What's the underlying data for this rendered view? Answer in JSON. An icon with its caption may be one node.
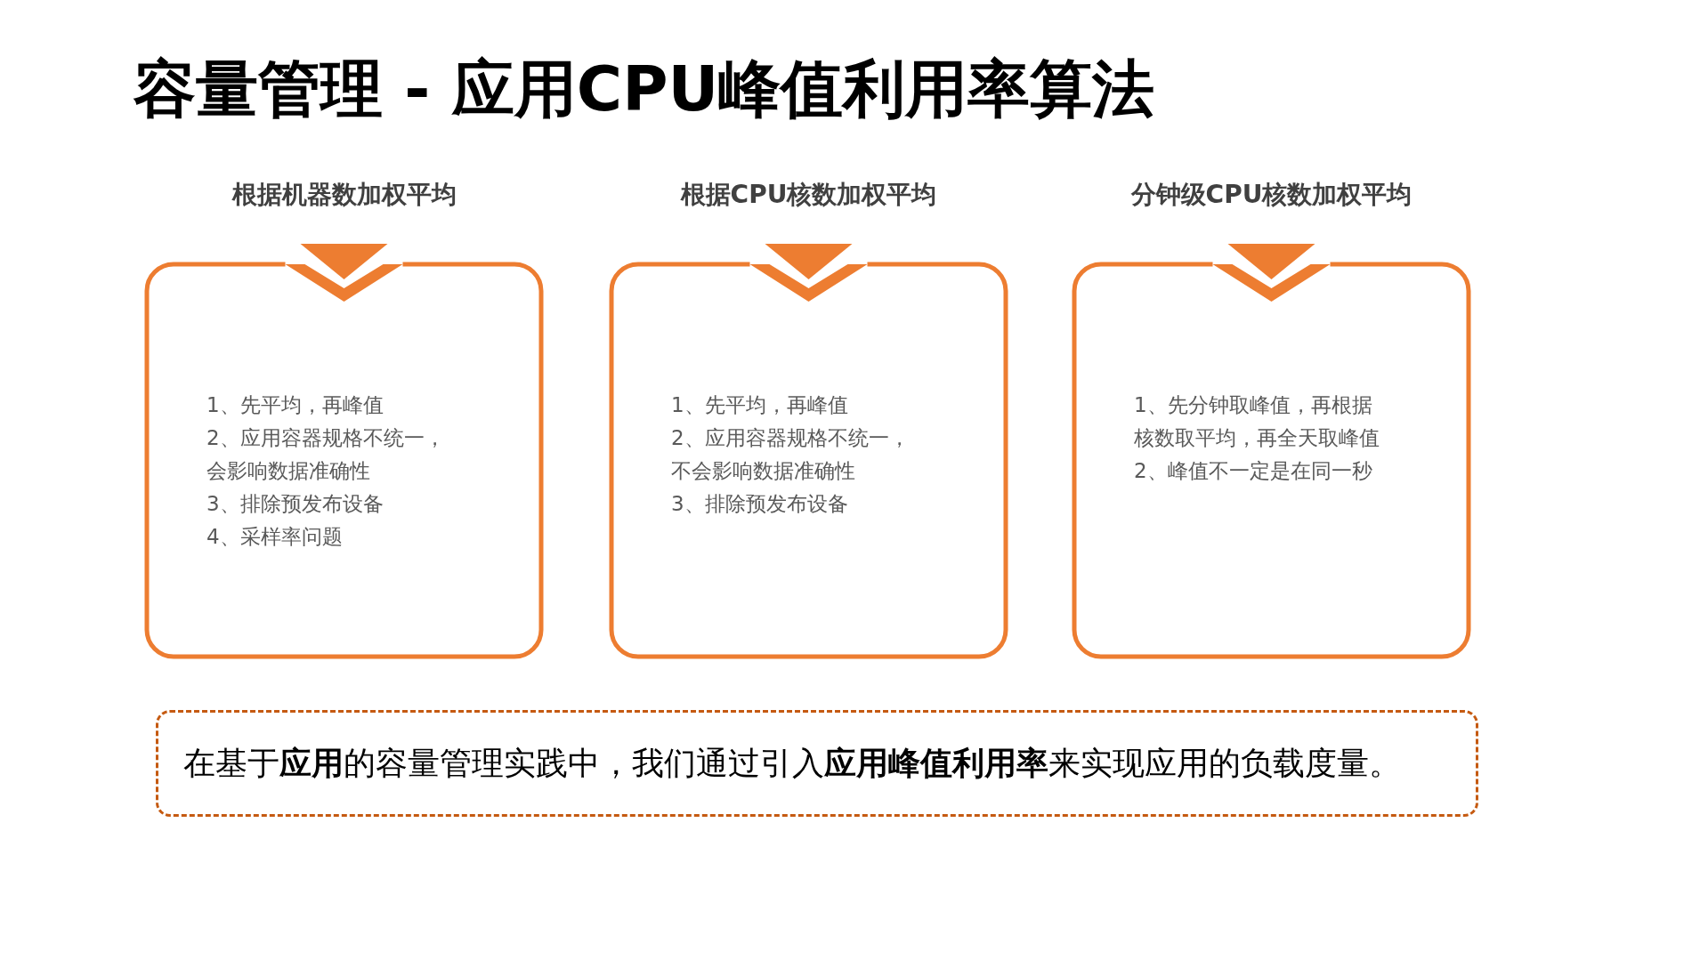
{
  "diagram": {
    "title": "容量管理 - 应用CPU峰值利用率算法",
    "nodes": [
      {
        "text": [
          "根据机器数加权平均",
          "1、先平均，再峰值",
          "2、应用容器规格不统一，会影响数据准确性",
          "3、排除预发布设备",
          "4、采样率问题"
        ]
      },
      {
        "text": [
          "根据CPU核数加权平均",
          "1、先平均，再峰值",
          "2、应用容器规格不统一，不会影响数据准确性",
          "3、排除预发布设备"
        ]
      },
      {
        "text": [
          "分钟级CPU核数加权平均",
          "1、先分钟取峰值，再根据核数取平均，再全天取峰值",
          "2、峰值不一定是在同一秒"
        ]
      },
      {
        "text": [
          "在基于**应用**的容量管理实践中，我们通过引入**应用峰值利用率**来实现应用的负载度量。"
        ]
      }
    ],
    "edges": []
  }
}
